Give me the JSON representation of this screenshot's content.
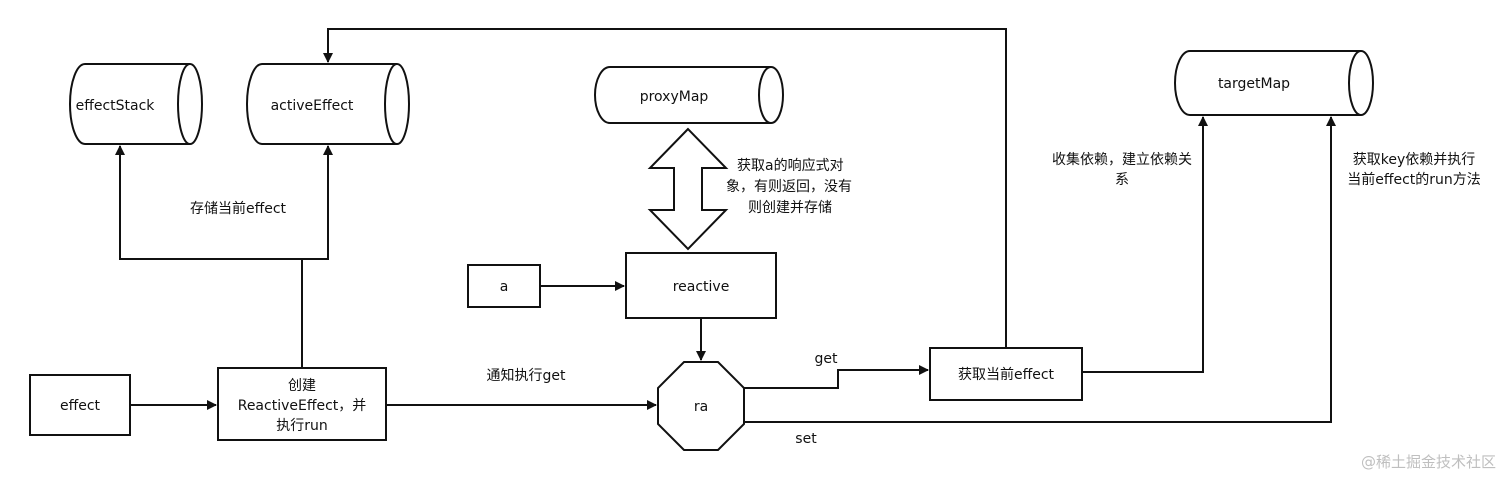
{
  "nodes": {
    "effectStack": "effectStack",
    "activeEffect": "activeEffect",
    "proxyMap": "proxyMap",
    "targetMap": "targetMap",
    "a": "a",
    "reactive": "reactive",
    "effect": "effect",
    "create_lines": [
      "创建",
      "ReactiveEffect，并",
      "执行run"
    ],
    "ra": "ra",
    "getEffect": "获取当前effect"
  },
  "labels": {
    "store": "存储当前effect",
    "proxy_lines": [
      "获取a的响应式对",
      "象，有则返回，没有",
      "则创建并存储"
    ],
    "notify": "通知执行get",
    "get": "get",
    "set": "set",
    "collect_lines": [
      "收集依赖，建立依赖关",
      "系"
    ],
    "trigger_lines": [
      "获取key依赖并执行",
      "当前effect的run方法"
    ]
  },
  "watermark": "@稀土掘金技术社区"
}
